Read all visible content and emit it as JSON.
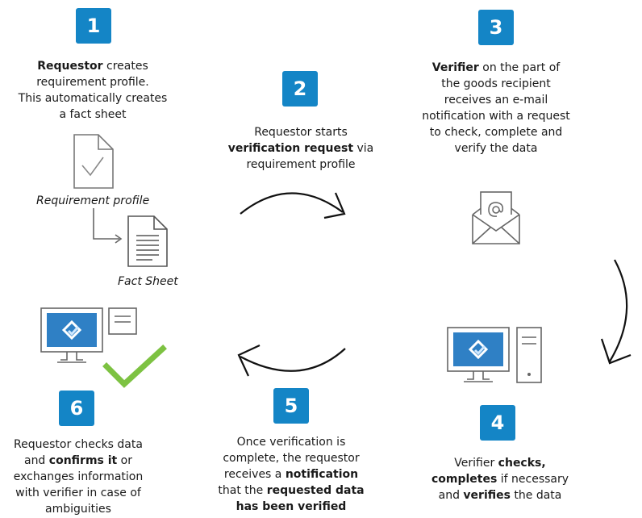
{
  "steps": [
    {
      "number": "1",
      "lines": [
        [
          {
            "t": "Requestor",
            "b": true
          },
          {
            "t": " creates"
          }
        ],
        [
          {
            "t": "requirement profile."
          }
        ],
        [
          {
            "t": "This automatically creates"
          }
        ],
        [
          {
            "t": "a fact sheet"
          }
        ]
      ]
    },
    {
      "number": "2",
      "lines": [
        [
          {
            "t": "Requestor starts"
          }
        ],
        [
          {
            "t": "verification request",
            "b": true
          },
          {
            "t": " via"
          }
        ],
        [
          {
            "t": "requirement profile"
          }
        ]
      ]
    },
    {
      "number": "3",
      "lines": [
        [
          {
            "t": "Verifier",
            "b": true
          },
          {
            "t": " on the part of"
          }
        ],
        [
          {
            "t": "the goods recipient"
          }
        ],
        [
          {
            "t": "receives an e-mail"
          }
        ],
        [
          {
            "t": "notification with a request"
          }
        ],
        [
          {
            "t": "to check, complete and"
          }
        ],
        [
          {
            "t": "verify the data"
          }
        ]
      ]
    },
    {
      "number": "4",
      "lines": [
        [
          {
            "t": "Verifier "
          },
          {
            "t": "checks,",
            "b": true
          }
        ],
        [
          {
            "t": "completes",
            "b": true
          },
          {
            "t": " if necessary"
          }
        ],
        [
          {
            "t": "and "
          },
          {
            "t": "verifies",
            "b": true
          },
          {
            "t": " the data"
          }
        ]
      ]
    },
    {
      "number": "5",
      "lines": [
        [
          {
            "t": "Once verification is"
          }
        ],
        [
          {
            "t": "complete, the requestor"
          }
        ],
        [
          {
            "t": "receives a "
          },
          {
            "t": "notification",
            "b": true
          }
        ],
        [
          {
            "t": "that the "
          },
          {
            "t": "requested data",
            "b": true
          }
        ],
        [
          {
            "t": "has been verified",
            "b": true
          }
        ]
      ]
    },
    {
      "number": "6",
      "lines": [
        [
          {
            "t": "Requestor checks data"
          }
        ],
        [
          {
            "t": "and "
          },
          {
            "t": "confirms it",
            "b": true
          },
          {
            "t": " or"
          }
        ],
        [
          {
            "t": "exchanges information"
          }
        ],
        [
          {
            "t": "with verifier in case of"
          }
        ],
        [
          {
            "t": "ambiguities"
          }
        ]
      ]
    }
  ],
  "captions": {
    "requirement_profile": "Requirement profile",
    "fact_sheet": "Fact Sheet"
  },
  "colors": {
    "badge": "#1485c6",
    "check": "#7dc242",
    "screen": "#2f80c5",
    "icon_stroke": "#6b6b6b"
  },
  "icons": [
    "requirement-profile-document-icon",
    "fact-sheet-document-icon",
    "email-envelope-icon",
    "desktop-computer-icon",
    "green-check-icon"
  ]
}
